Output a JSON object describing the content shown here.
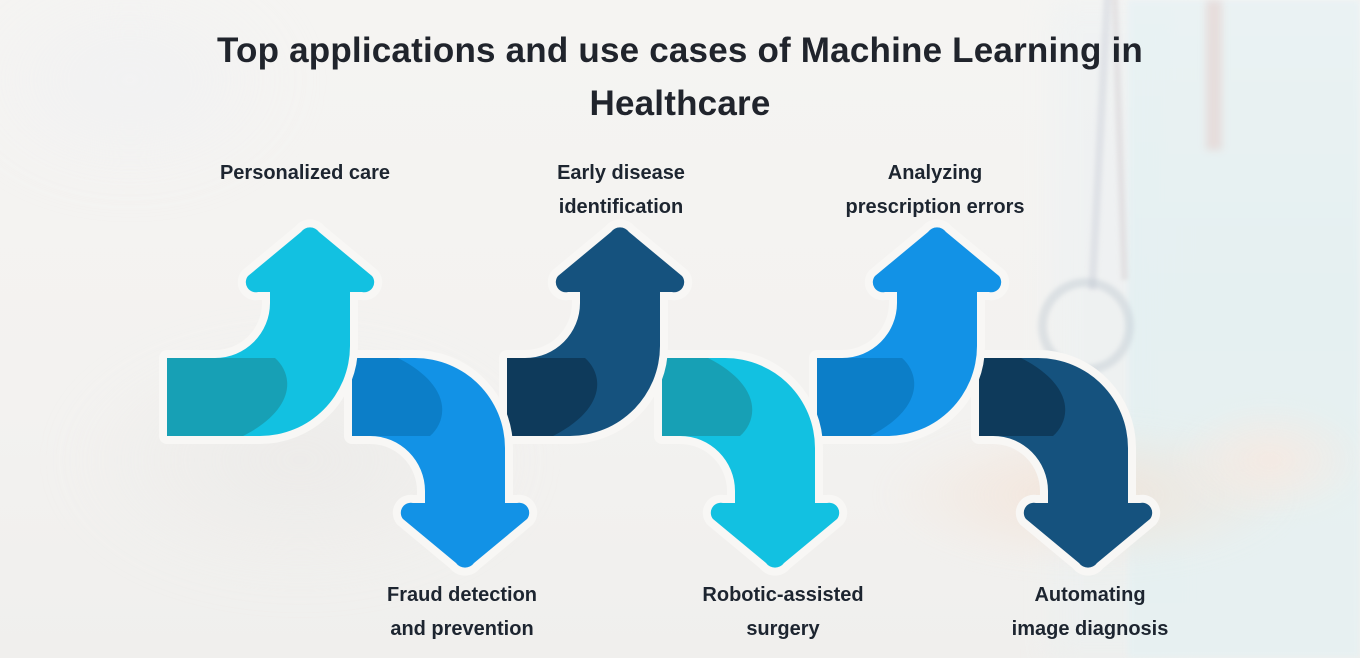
{
  "title": {
    "line1": "Top applications and use cases of Machine Learning in",
    "line2": "Healthcare"
  },
  "palette": {
    "cyan": "#12C1E1",
    "teal_shade": "#17A0B5",
    "blue": "#1292E6",
    "blue_shade": "#0C7EC8",
    "navy": "#15527E",
    "navy_shade": "#0E3A5B",
    "outline_gap": "#F8F7F5",
    "text": "#1D2530",
    "background": "#F4F3F1"
  },
  "arrows": [
    {
      "id": "personalized-care",
      "direction": "up",
      "label_line1": "Personalized care",
      "label_line2": "",
      "color": "#12C1E1",
      "shade": "#17A0B5"
    },
    {
      "id": "fraud-detection",
      "direction": "down",
      "label_line1": "Fraud detection",
      "label_line2": "and prevention",
      "color": "#1292E6",
      "shade": "#0C7EC8"
    },
    {
      "id": "early-disease-identification",
      "direction": "up",
      "label_line1": "Early disease",
      "label_line2": "identification",
      "color": "#15527E",
      "shade": "#0E3A5B"
    },
    {
      "id": "robotic-assisted-surgery",
      "direction": "down",
      "label_line1": "Robotic-assisted",
      "label_line2": "surgery",
      "color": "#12C1E1",
      "shade": "#17A0B5"
    },
    {
      "id": "analyzing-prescription-errors",
      "direction": "up",
      "label_line1": "Analyzing",
      "label_line2": "prescription errors",
      "color": "#1292E6",
      "shade": "#0C7EC8"
    },
    {
      "id": "automating-image-diagnosis",
      "direction": "down",
      "label_line1": "Automating",
      "label_line2": "image diagnosis",
      "color": "#15527E",
      "shade": "#0E3A5B"
    }
  ]
}
